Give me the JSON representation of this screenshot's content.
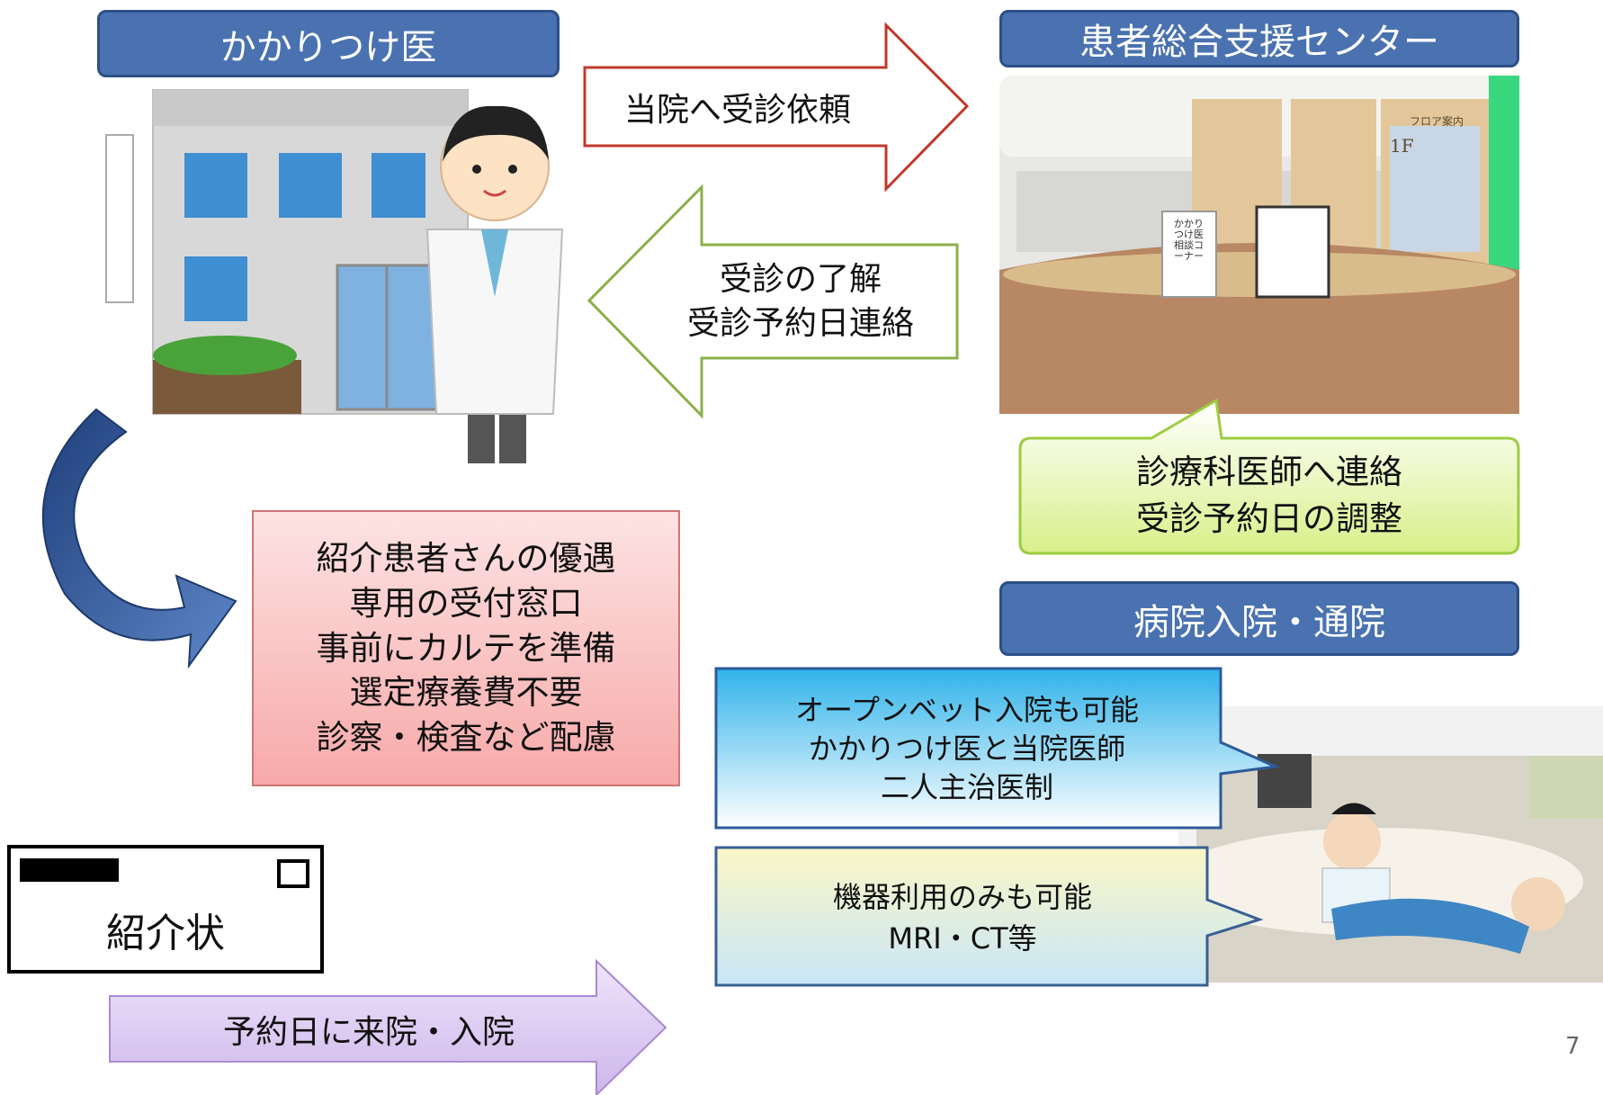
{
  "headers": {
    "clinic": "かかりつけ医",
    "center": "患者総合支援センター",
    "hospital": "病院入院・通院"
  },
  "arrows": {
    "request": "当院へ受診依頼",
    "reply": [
      "受診の了解",
      "受診予約日連絡"
    ],
    "visit": "予約日に来院・入院"
  },
  "callouts": {
    "center_note": [
      "診療科医師へ連絡",
      "受診予約日の調整"
    ],
    "open_bed": [
      "オープンベット入院も可能",
      "かかりつけ医と当院医師",
      "二人主治医制"
    ],
    "equipment": [
      "機器利用のみも可能",
      "MRI・CT等"
    ]
  },
  "benefits": [
    "紹介患者さんの優遇",
    "専用の受付窓口",
    "事前にカルテを準備",
    "選定療養費不要",
    "診察・検査など配慮"
  ],
  "referral_letter": "紹介状",
  "photo_signs": {
    "floor_guide": "フロア案内",
    "floor": "1F",
    "consult_sign": "かかりつけ医 相談コーナー"
  },
  "page_number": "7",
  "colors": {
    "header_blue": "#4a72b0",
    "request_arrow_border": "#c0392b",
    "reply_arrow_border": "#8ab04a",
    "benefit_pink": "#f9b7b7",
    "visit_purple": "#d9c6ef"
  }
}
